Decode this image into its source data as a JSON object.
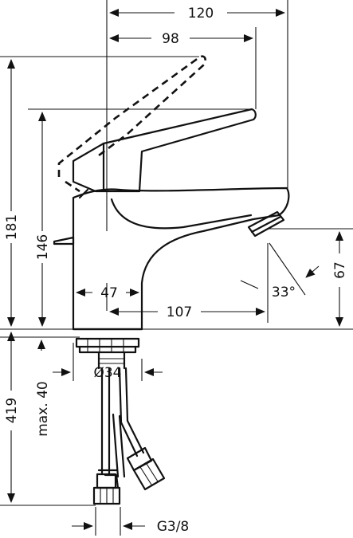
{
  "dimensions": {
    "d120": "120",
    "d98": "98",
    "d181": "181",
    "d146": "146",
    "d47": "47",
    "d107": "107",
    "d33": "33°",
    "d67": "67",
    "d419": "419",
    "d_max40": "max. 40",
    "d_o34": "Ø34",
    "d_g38": "G3/8"
  }
}
